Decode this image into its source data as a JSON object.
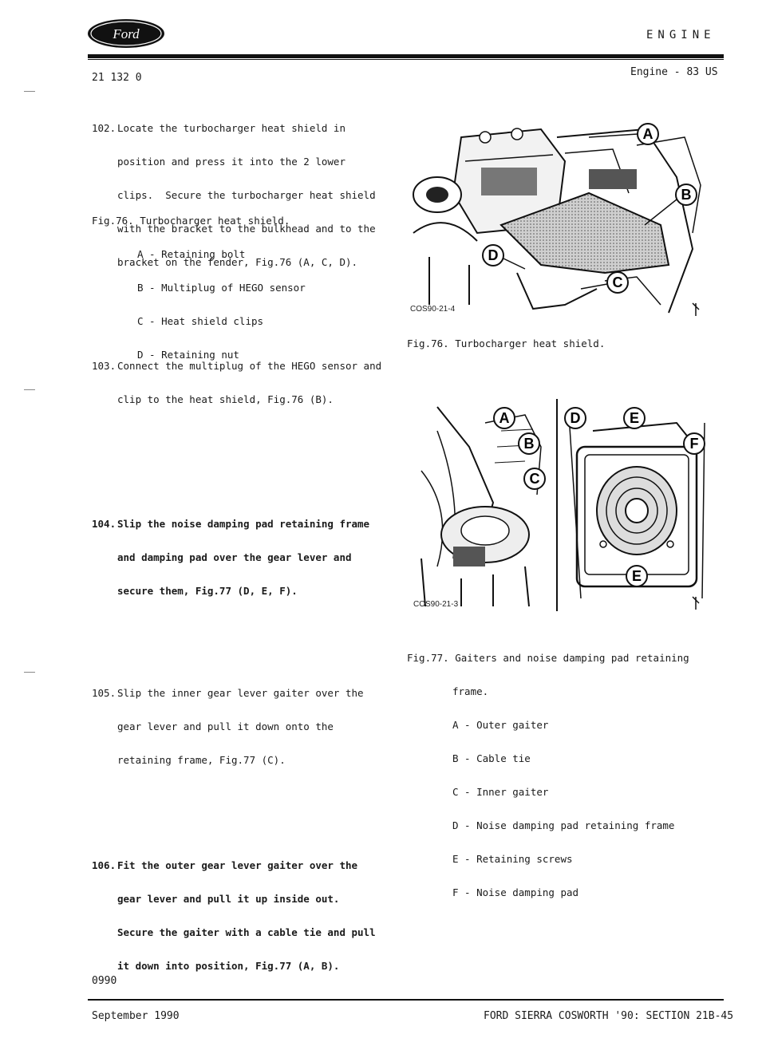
{
  "header": {
    "brand": "Ford",
    "section": "ENGINE",
    "page_ref": "21 132 0",
    "engine": "Engine - 83 US"
  },
  "steps": [
    {
      "num": "102.",
      "lines": [
        "Locate the turbocharger heat shield in",
        "position and press it into the 2 lower",
        "clips.  Secure the turbocharger heat shield",
        "with the bracket to the bulkhead and to the",
        "bracket on the fender, Fig.76 (A, C, D)."
      ]
    },
    {
      "num": "103.",
      "lines": [
        "Connect the multiplug of the HEGO sensor and",
        "clip to the heat shield, Fig.76 (B)."
      ]
    },
    {
      "num": "104.",
      "lines": [
        "Slip the noise damping pad retaining frame",
        "and damping pad over the gear lever and",
        "secure them, Fig.77 (D, E, F)."
      ]
    },
    {
      "num": "105.",
      "lines": [
        "Slip the inner gear lever gaiter over the",
        "gear lever and pull it down onto the",
        "retaining frame, Fig.77 (C)."
      ]
    },
    {
      "num": "106.",
      "lines": [
        "Fit the outer gear lever gaiter over the",
        "gear lever and pull it up inside out.",
        "Secure the gaiter with a cable tie and pull",
        "it down into position, Fig.77 (A, B)."
      ]
    }
  ],
  "fig76_legend": {
    "title": "Fig.76. Turbocharger heat shield.",
    "items": [
      "A - Retaining bolt",
      "B - Multiplug of HEGO sensor",
      "C - Heat shield clips",
      "D - Retaining nut"
    ]
  },
  "fig76": {
    "code": "COS90-21-4",
    "caption": "Fig.76. Turbocharger heat shield.",
    "labels": [
      "A",
      "B",
      "C",
      "D"
    ]
  },
  "fig77": {
    "code": "COS90-21-3",
    "caption_title": "Fig.77. Gaiters and noise damping pad retaining",
    "caption_title2": "frame.",
    "items": [
      "A - Outer gaiter",
      "B - Cable tie",
      "C - Inner gaiter",
      "D - Noise damping pad retaining frame",
      "E - Retaining screws",
      "F - Noise damping pad"
    ],
    "labels_left": [
      "A",
      "B",
      "C"
    ],
    "labels_right": [
      "D",
      "E",
      "F",
      "E"
    ]
  },
  "footer": {
    "code": "0990",
    "date": "September 1990",
    "title": "FORD SIERRA COSWORTH '90: SECTION 21B-45"
  }
}
